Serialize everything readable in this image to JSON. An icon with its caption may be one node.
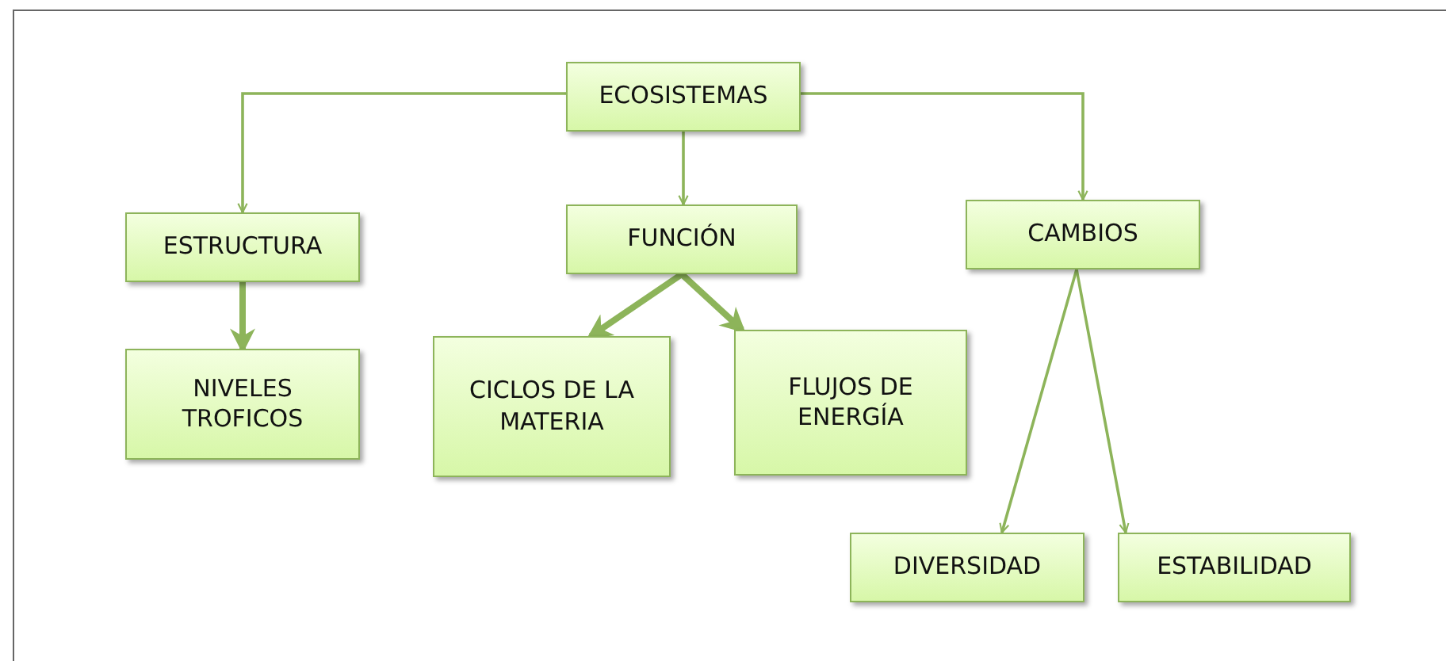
{
  "diagram": {
    "nodes": [
      {
        "text": [
          "ECOSISTEMAS"
        ]
      },
      {
        "text": [
          "ESTRUCTURA"
        ]
      },
      {
        "text": [
          "FUNCIÓN"
        ]
      },
      {
        "text": [
          "CAMBIOS"
        ]
      },
      {
        "text": [
          "NIVELES TROFICOS"
        ]
      },
      {
        "text": [
          "CICLOS DE LA MATERIA"
        ]
      },
      {
        "text": [
          "FLUJOS DE ENERGÍA"
        ]
      },
      {
        "text": [
          "DIVERSIDAD"
        ]
      },
      {
        "text": [
          "ESTABILIDAD"
        ]
      }
    ],
    "edges": [
      {
        "from": 0,
        "to": 1,
        "arrow": "to"
      },
      {
        "from": 0,
        "to": 2,
        "arrow": "to"
      },
      {
        "from": 0,
        "to": 3,
        "arrow": "to"
      },
      {
        "from": 1,
        "to": 4,
        "arrow": "to",
        "style": "thick"
      },
      {
        "from": 2,
        "to": 5,
        "arrow": "to",
        "style": "thick"
      },
      {
        "from": 2,
        "to": 6,
        "arrow": "to",
        "style": "thick"
      },
      {
        "from": 3,
        "to": 7,
        "arrow": "to"
      },
      {
        "from": 3,
        "to": 8,
        "arrow": "to"
      }
    ]
  }
}
